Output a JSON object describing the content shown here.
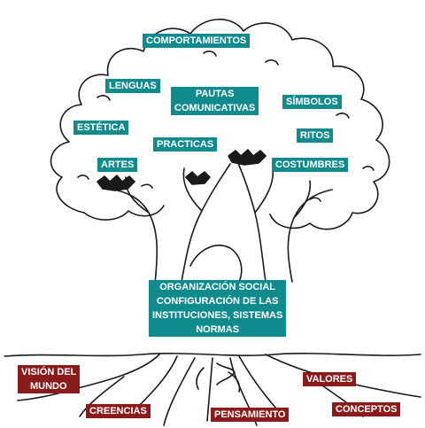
{
  "colors": {
    "culture_label_bg": "#0f8b8d",
    "roots_label_bg": "#8b1a1a",
    "label_text": "#ffffff",
    "drawing_ink": "#1a1a1a"
  },
  "canopy_labels": {
    "comportamientos": "COMPORTAMIENTOS",
    "lenguas": "LENGUAS",
    "pautas_line1": "PAUTAS",
    "pautas_line2": "COMUNICATIVAS",
    "simbolos": "SÍMBOLOS",
    "estetica": "ESTÉTICA",
    "practicas": "PRACTICAS",
    "ritos": "RITOS",
    "artes": "ARTES",
    "costumbres": "COSTUMBRES"
  },
  "trunk_labels": {
    "line1": "ORGANIZACIÓN SOCIAL",
    "line2": "CONFIGURACIÓN DE LAS",
    "line3": "INSTITUCIONES, SISTEMAS",
    "line4": "NORMAS"
  },
  "root_labels": {
    "vision_line1": "VISIÓN DEL",
    "vision_line2": "MUNDO",
    "valores": "VALORES",
    "creencias": "CREENCIAS",
    "pensamiento": "PENSAMIENTO",
    "conceptos": "CONCEPTOS"
  }
}
